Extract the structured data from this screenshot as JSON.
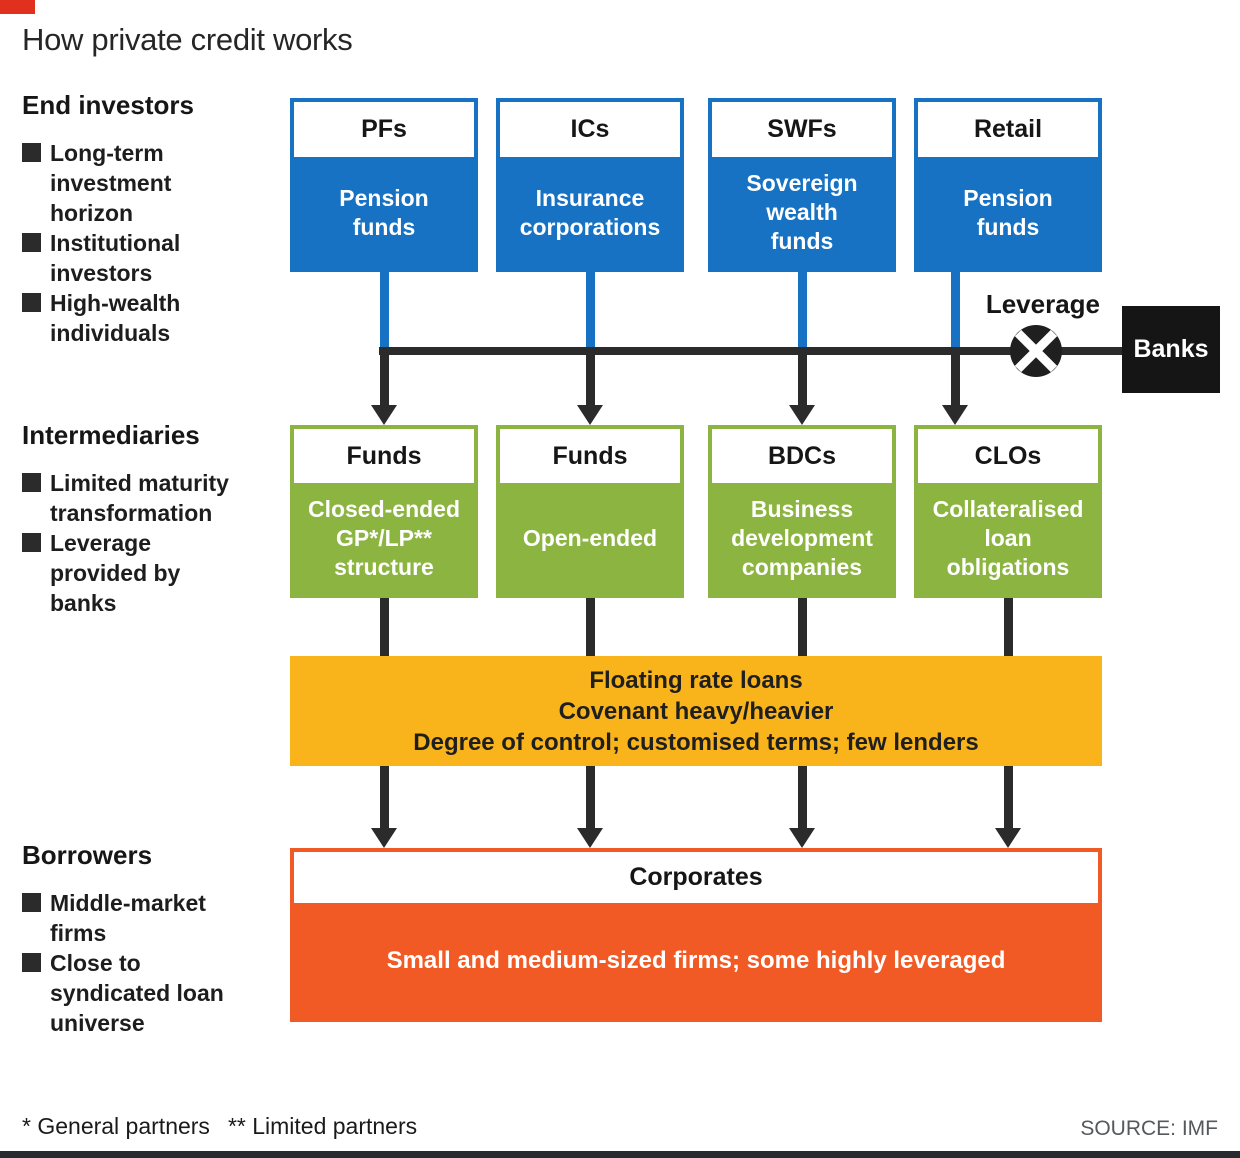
{
  "title": "How private credit works",
  "sections": {
    "end_investors": {
      "heading": "End investors",
      "bullets": [
        "Long-term\ninvestment\nhorizon",
        "Institutional\ninvestors",
        "High-wealth\nindividuals"
      ]
    },
    "intermediaries": {
      "heading": "Intermediaries",
      "bullets": [
        "Limited maturity\ntransformation",
        "Leverage\nprovided by\nbanks"
      ]
    },
    "borrowers": {
      "heading": "Borrowers",
      "bullets": [
        "Middle-market\nfirms",
        "Close to\nsyndicated loan\nuniverse"
      ]
    }
  },
  "investor_boxes": [
    {
      "tag": "PFs",
      "label": "Pension\nfunds"
    },
    {
      "tag": "ICs",
      "label": "Insurance\ncorporations"
    },
    {
      "tag": "SWFs",
      "label": "Sovereign\nwealth\nfunds"
    },
    {
      "tag": "Retail",
      "label": "Pension\nfunds"
    }
  ],
  "intermediary_boxes": [
    {
      "tag": "Funds",
      "label": "Closed-ended\nGP*/LP**\nstructure"
    },
    {
      "tag": "Funds",
      "label": "Open-ended"
    },
    {
      "tag": "BDCs",
      "label": "Business\ndevelopment\ncompanies"
    },
    {
      "tag": "CLOs",
      "label": "Collateralised\nloan\nobligations"
    }
  ],
  "leverage": {
    "label": "Leverage",
    "bank_label": "Banks"
  },
  "loan_terms_band": {
    "lines": [
      "Floating rate loans",
      "Covenant heavy/heavier",
      "Degree of control; customised terms; few lenders"
    ]
  },
  "borrower_box": {
    "tag": "Corporates",
    "label": "Small and medium-sized firms; some highly leveraged"
  },
  "footer": {
    "footnote_gp": "* General partners",
    "footnote_lp": "** Limited partners",
    "source": "SOURCE: IMF"
  },
  "colors": {
    "blue": "#1772c3",
    "green": "#8cb440",
    "yellow": "#f9b41c",
    "orange": "#f15a24",
    "line_black": "#2b2b2b",
    "red_mark": "#e0301e"
  }
}
